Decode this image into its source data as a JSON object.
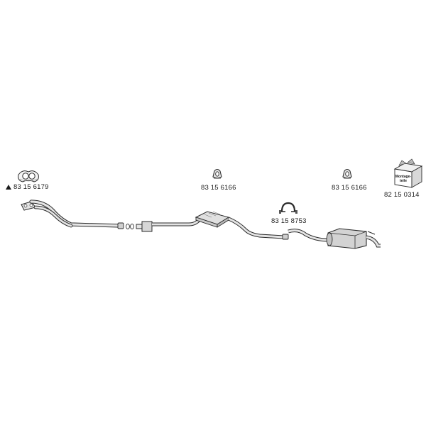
{
  "parts": [
    {
      "id": "gasket",
      "number": "83 15 6179",
      "marker": "triangle-warning-icon"
    },
    {
      "id": "rubber-mount-1",
      "number": "83 15 6166"
    },
    {
      "id": "pipe-clamp",
      "number": "83 15 8753"
    },
    {
      "id": "rubber-mount-2",
      "number": "83 15 6166"
    },
    {
      "id": "mounting-kit",
      "number": "82 15 0314",
      "box_label": "Montage-teile"
    }
  ],
  "colors": {
    "line": "#2b2b2b",
    "pipe_fill": "#e4e4e4",
    "muffler_fill": "#d3d3d3"
  }
}
